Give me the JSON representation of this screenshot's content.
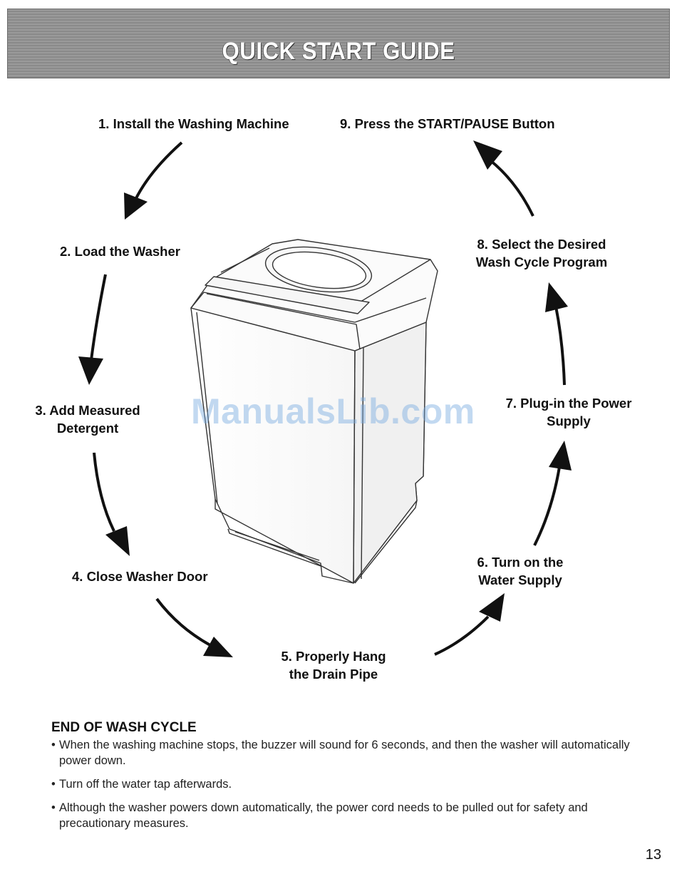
{
  "header": {
    "title": "QUICK START GUIDE"
  },
  "steps": {
    "s1": "1. Install the Washing Machine",
    "s2": "2. Load the Washer",
    "s3_line1": "3. Add Measured",
    "s3_line2": "Detergent",
    "s4": "4. Close Washer Door",
    "s5_line1": "5. Properly Hang",
    "s5_line2": "the Drain Pipe",
    "s6_line1": "6. Turn on the",
    "s6_line2": "Water Supply",
    "s7_line1": "7. Plug-in the Power",
    "s7_line2": "Supply",
    "s8_line1": "8. Select the Desired",
    "s8_line2": "Wash Cycle Program",
    "s9": "9. Press the START/PAUSE Button"
  },
  "watermark": "ManualsLib.com",
  "end_of_cycle": {
    "title": "END OF WASH CYCLE",
    "bullets": [
      "When the washing machine stops, the buzzer will sound for 6 seconds, and then the washer will automatically power down.",
      "Turn off the water tap afterwards.",
      "Although the washer powers down automatically, the power cord needs to be pulled out for safety and precautionary measures."
    ]
  },
  "page_number": "13"
}
